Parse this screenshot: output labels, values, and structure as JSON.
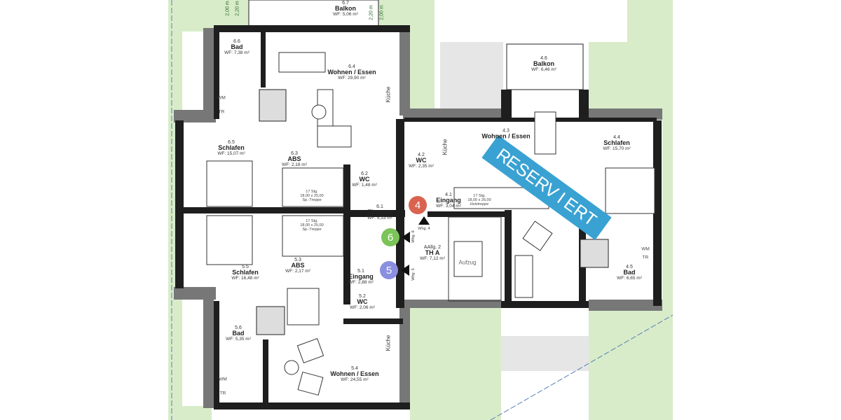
{
  "colors": {
    "wall": "#1e1e1e",
    "lawn": "#d8ecc9",
    "paving": "#e6e6e6",
    "reserved": "#3aa2d2",
    "badge_4": "#d9634f",
    "badge_6": "#7cc35a",
    "badge_5": "#8a8fe0"
  },
  "stamp": "RESERVIERT",
  "dimensions": [
    "2,00 m",
    "2,20 m",
    "2,20 m",
    "2,00 m"
  ],
  "rooms": {
    "r67": {
      "no": "6.7",
      "name": "Balkon",
      "wf": "WF: 5,06 m²"
    },
    "r66": {
      "no": "6.6",
      "name": "Bad",
      "wf": "WF: 7,38 m²"
    },
    "r64": {
      "no": "6.4",
      "name": "Wohnen / Essen",
      "wf": "WF: 29,90 m²"
    },
    "r65": {
      "no": "6.5",
      "name": "Schlafen",
      "wf": "WF: 15,07 m²"
    },
    "r63": {
      "no": "6.3",
      "name": "ABS",
      "wf": "WF: 2,18 m²"
    },
    "r62": {
      "no": "6.2",
      "name": "WC",
      "wf": "WF: 1,48 m²"
    },
    "r61": {
      "no": "6.1",
      "name": "Eingang",
      "wf": "WF: 5,33 m²"
    },
    "r53": {
      "no": "5.3",
      "name": "ABS",
      "wf": "WF: 2,17 m²"
    },
    "r55": {
      "no": "5.5",
      "name": "Schlafen",
      "wf": "WF: 16,48 m²"
    },
    "r51": {
      "no": "5.1",
      "name": "Eingang",
      "wf": "WF: 2,88 m²"
    },
    "r52": {
      "no": "5.2",
      "name": "WC",
      "wf": "WF: 2,06 m²"
    },
    "r56": {
      "no": "5.6",
      "name": "Bad",
      "wf": "WF: 5,35 m²"
    },
    "r54": {
      "no": "5.4",
      "name": "Wohnen / Essen",
      "wf": "WF: 24,55 m²"
    },
    "r46": {
      "no": "4.6",
      "name": "Balkon",
      "wf": "WF: 6,46 m²"
    },
    "r42": {
      "no": "4.2",
      "name": "WC",
      "wf": "WF: 2,35 m²"
    },
    "r43": {
      "no": "4.3",
      "name": "Wohnen / Essen",
      "wf": ""
    },
    "r44": {
      "no": "4.4",
      "name": "Schlafen",
      "wf": "WF: 15,70 m²"
    },
    "r41": {
      "no": "4.1",
      "name": "Eingang",
      "wf": "WF: 3,04 m²"
    },
    "ra2": {
      "no": "AAllg. 2",
      "name": "TH A",
      "wf": "WF: 7,12 m²"
    },
    "r45": {
      "no": "4.5",
      "name": "Bad",
      "wf": "WF: 6,65 m²"
    }
  },
  "fixtures": {
    "kueche": "Küche",
    "aufzug": "Aufzug",
    "wm": "WM",
    "tr": "TR"
  },
  "stairs": {
    "left_top": [
      "17 Stg.",
      "18,00 x 25,00",
      "Sp.-Treppe"
    ],
    "left_bottom": [
      "17 Stg.",
      "18,00 x 25,00",
      "Sp.-Treppe"
    ],
    "right": [
      "17 Stg.",
      "18,00 x 26,00",
      "Holztreppe"
    ]
  },
  "units": {
    "u4": {
      "badge": "4",
      "entry": "Whg. 4"
    },
    "u6": {
      "badge": "6",
      "entry": "Whg. 6"
    },
    "u5": {
      "badge": "5",
      "entry": "Whg. 5"
    }
  }
}
